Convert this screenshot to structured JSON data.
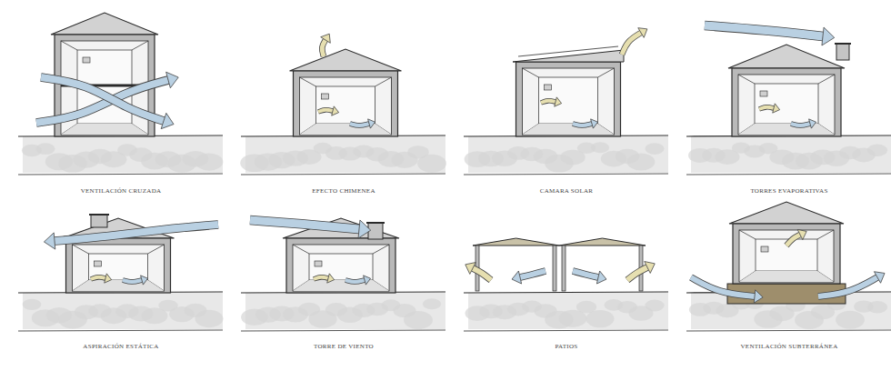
{
  "diagram": {
    "labels": [
      "VENTILACIÓN CRUZADA",
      "EFECTO CHIMENEA",
      "CAMARA SOLAR",
      "TORRES EVAPORATIVAS",
      "ASPIRACIÓN ESTÁTICA",
      "TORRE DE VIENTO",
      "PATIOS",
      "VENTILACIÓN SUBTERRÁNEA"
    ]
  }
}
